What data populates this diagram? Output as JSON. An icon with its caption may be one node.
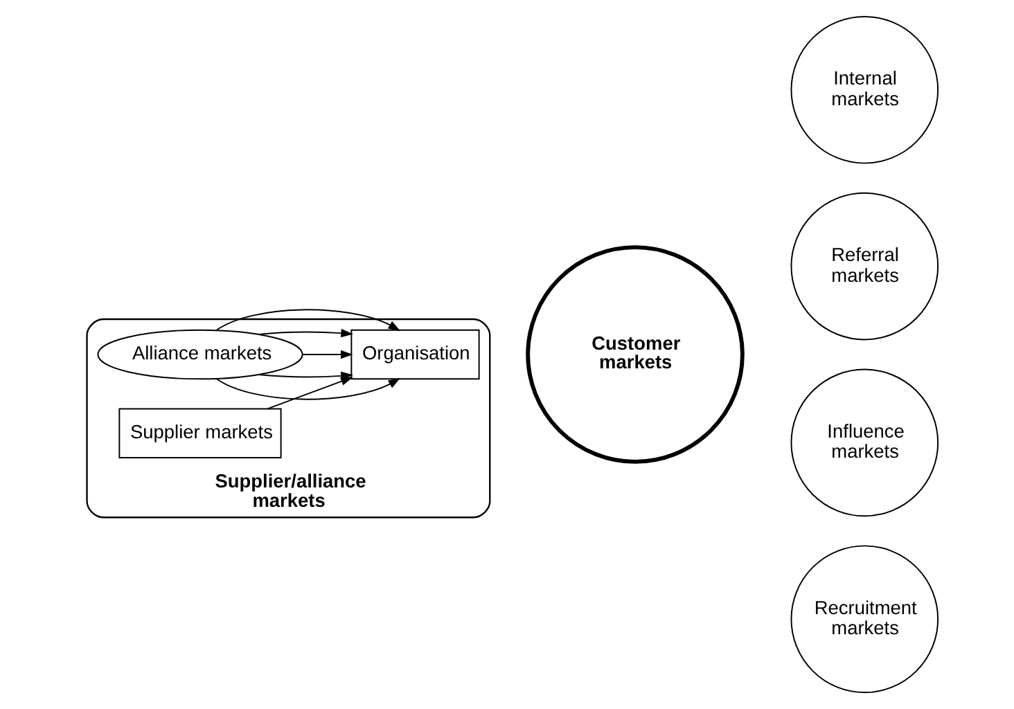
{
  "diagram": {
    "nodes": [
      {
        "text": [
          "Supplier/alliance markets"
        ]
      },
      {
        "text": [
          "Alliance markets"
        ],
        "in": 0
      },
      {
        "text": [
          "Supplier markets"
        ],
        "in": 0
      },
      {
        "text": [
          "Organisation"
        ],
        "in": 0
      },
      {
        "text": [
          "Customer markets"
        ]
      },
      {
        "text": [
          "Internal markets"
        ]
      },
      {
        "text": [
          "Referral markets"
        ]
      },
      {
        "text": [
          "Influence markets"
        ]
      },
      {
        "text": [
          "Recruitment markets"
        ]
      }
    ],
    "edges": [
      {
        "from": 1,
        "to": 3,
        "arrow": "to"
      },
      {
        "from": 1,
        "to": 3,
        "arrow": "to"
      },
      {
        "from": 1,
        "to": 3,
        "arrow": "to"
      },
      {
        "from": 1,
        "to": 3,
        "arrow": "to"
      },
      {
        "from": 1,
        "to": 3,
        "arrow": "to"
      },
      {
        "from": 2,
        "to": 3,
        "arrow": "to"
      }
    ]
  }
}
